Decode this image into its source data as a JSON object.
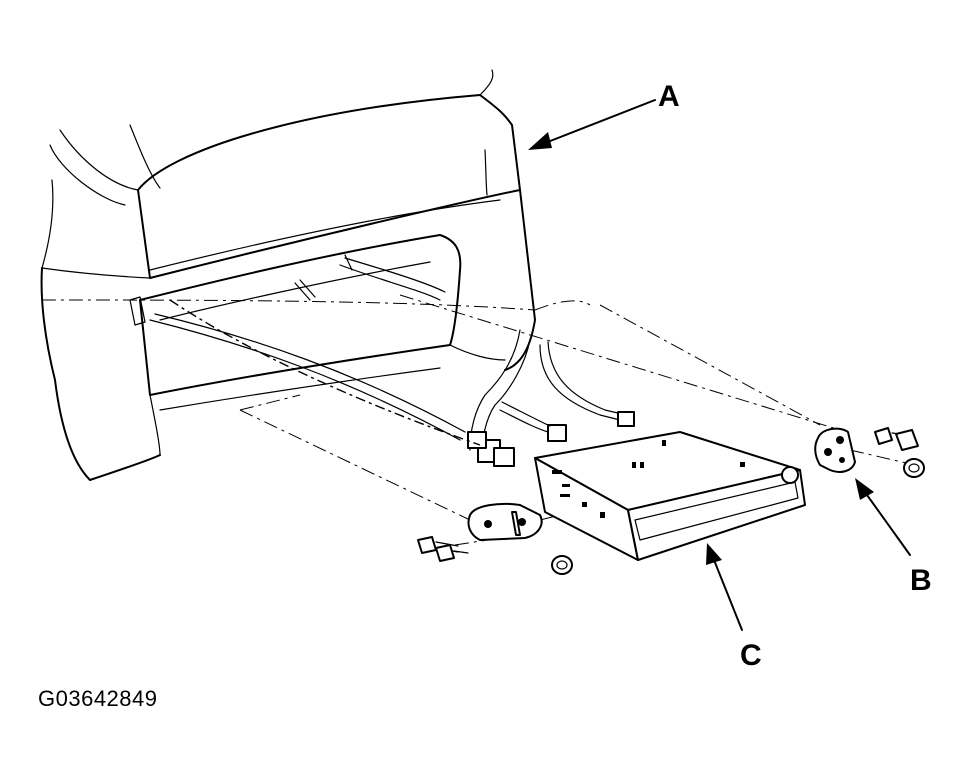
{
  "callouts": {
    "a": "A",
    "b": "B",
    "c": "C"
  },
  "figure_id": "G03642849"
}
